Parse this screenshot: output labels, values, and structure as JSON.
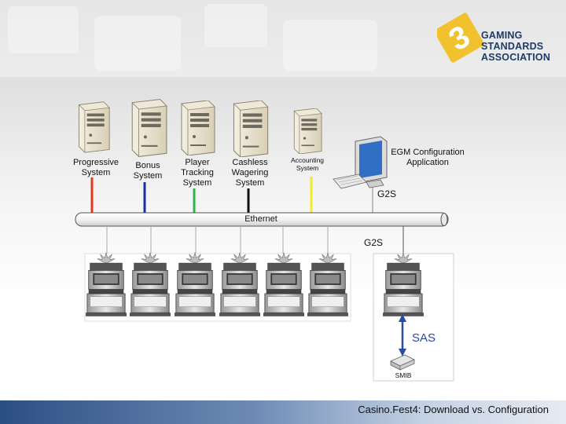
{
  "logo": {
    "lines": [
      "GAMING",
      "STANDARDS",
      "ASSOCIATION"
    ],
    "accent": "#f2c12e",
    "text_color": "#1f3b64"
  },
  "systems": [
    {
      "label": "Progressive\nSystem",
      "line_color": "#e03a1e"
    },
    {
      "label": "Bonus\nSystem",
      "line_color": "#1a2fa0"
    },
    {
      "label": "Player\nTracking\nSystem",
      "line_color": "#2fb54a"
    },
    {
      "label": "Cashless\nWagering\nSystem",
      "line_color": "#111111"
    },
    {
      "label": "Accounting\nSystem",
      "line_color": "#f5ea2a"
    }
  ],
  "egm_config": {
    "label": "EGM Configuration\nApplication"
  },
  "network": {
    "ethernet_label": "Ethernet",
    "g2s_top_label": "G2S",
    "g2s_bottom_label": "G2S"
  },
  "sas": {
    "label": "SAS",
    "smib_label": "SMIB",
    "label_color": "#2a4aa8"
  },
  "footer": {
    "text": "Casino.Fest4: Download vs. Configuration"
  }
}
